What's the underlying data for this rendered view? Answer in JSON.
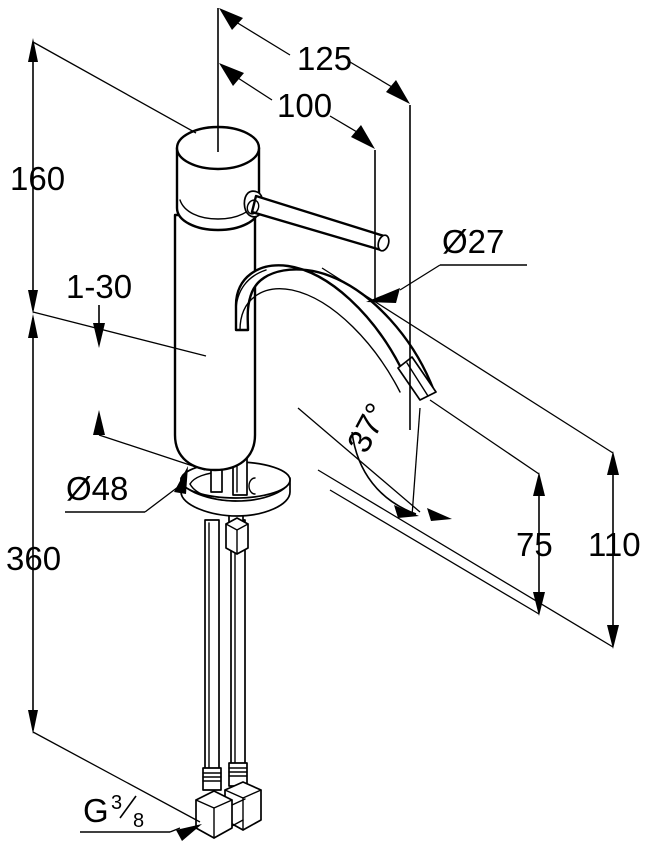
{
  "drawing": {
    "title": "Single-lever basin mixer dimensional drawing",
    "units": "mm",
    "line_color": "#000000",
    "background_color": "#ffffff"
  },
  "dimensions": {
    "height_to_lever": "160",
    "height_total_hose": "360",
    "reach_outer": "125",
    "reach_inner": "100",
    "spout_diameter": "Ø27",
    "base_diameter": "Ø48",
    "spout_height_low": "75",
    "spout_height_high": "110",
    "outlet_angle": "37°",
    "mounting_thickness": "1-30",
    "connection_thread_letter": "G",
    "connection_thread_numerator": "3",
    "connection_thread_denominator": "8",
    "connection_thread_full": "G3/8"
  },
  "labels": [
    {
      "id": "dim-160",
      "text": "160",
      "kind": "linear-vertical"
    },
    {
      "id": "dim-360",
      "text": "360",
      "kind": "linear-vertical"
    },
    {
      "id": "dim-125",
      "text": "125",
      "kind": "linear-horizontal"
    },
    {
      "id": "dim-100",
      "text": "100",
      "kind": "linear-horizontal"
    },
    {
      "id": "dim-d27",
      "text": "Ø27",
      "kind": "diameter-leader"
    },
    {
      "id": "dim-d48",
      "text": "Ø48",
      "kind": "diameter-leader"
    },
    {
      "id": "dim-75",
      "text": "75",
      "kind": "linear-vertical"
    },
    {
      "id": "dim-110",
      "text": "110",
      "kind": "linear-vertical"
    },
    {
      "id": "dim-37deg",
      "text": "37°",
      "kind": "angular"
    },
    {
      "id": "dim-1-30",
      "text": "1-30",
      "kind": "range-leader"
    },
    {
      "id": "dim-g38",
      "text": "G3/8",
      "kind": "thread-leader"
    }
  ]
}
